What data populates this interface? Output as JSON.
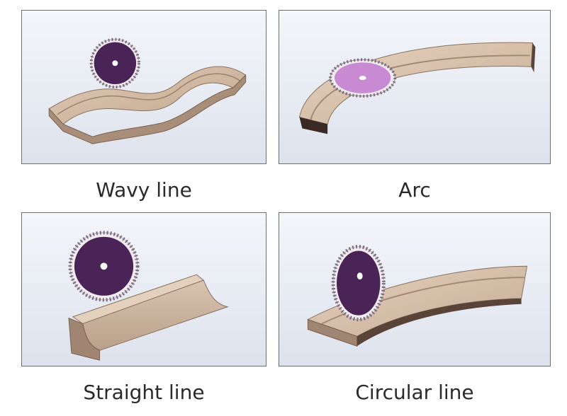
{
  "colors": {
    "stone_light": "#d9c4b0",
    "stone_mid": "#b9a08a",
    "stone_dark": "#8a7260",
    "stone_shadow": "#3a2a26",
    "blade_dark": "#4a2456",
    "blade_light": "#c98ad4",
    "segment": "#f2eef0"
  },
  "panels": [
    {
      "caption": "Wavy line"
    },
    {
      "caption": "Arc"
    },
    {
      "caption": "Straight line"
    },
    {
      "caption": "Circular line"
    }
  ]
}
